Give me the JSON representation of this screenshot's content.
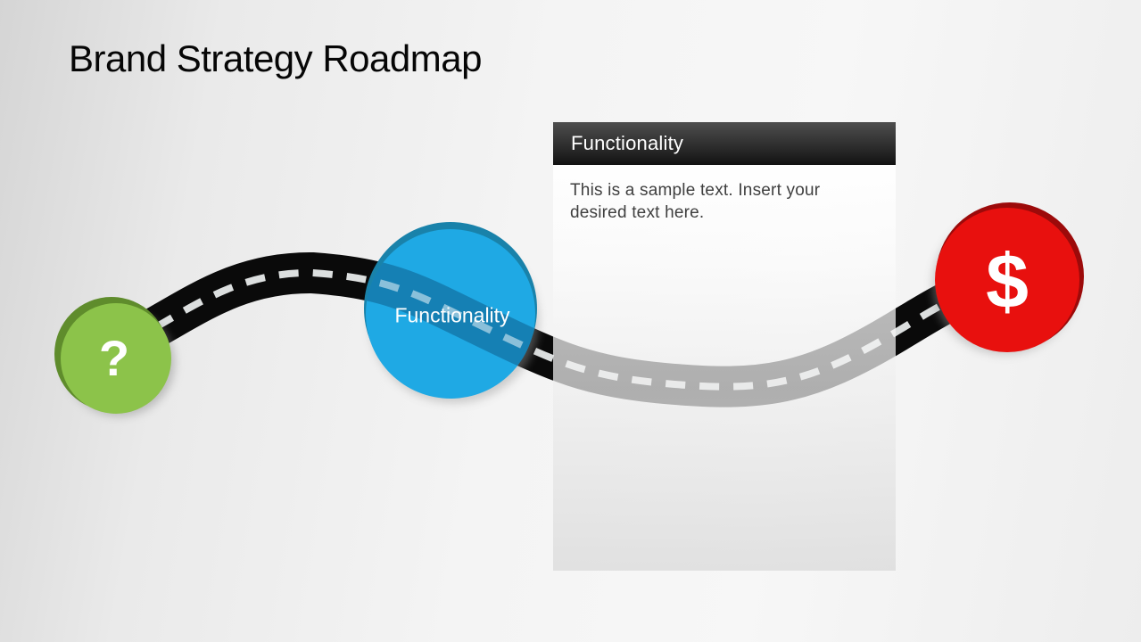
{
  "slide": {
    "title": "Brand Strategy Roadmap"
  },
  "callout": {
    "title": "Functionality",
    "body": "This is a sample text. Insert your desired text here."
  },
  "milestones": [
    {
      "id": "start",
      "icon": "question-mark-icon",
      "label": "?",
      "fill": "#8CC34A",
      "rim": "#5F8C2C"
    },
    {
      "id": "functionality",
      "icon": "none",
      "label": "Functionality",
      "fill": "#1FA9E4",
      "rim": "#1982AA"
    },
    {
      "id": "revenue",
      "icon": "dollar-sign-icon",
      "label": "$",
      "fill": "#E8100E",
      "rim": "#9C0A0A"
    }
  ],
  "road": {
    "color": "#0A0A0A",
    "dash_color": "#DCDFDF"
  },
  "background": {
    "from": "#D5D5D5",
    "to": "#F7F7F7"
  }
}
